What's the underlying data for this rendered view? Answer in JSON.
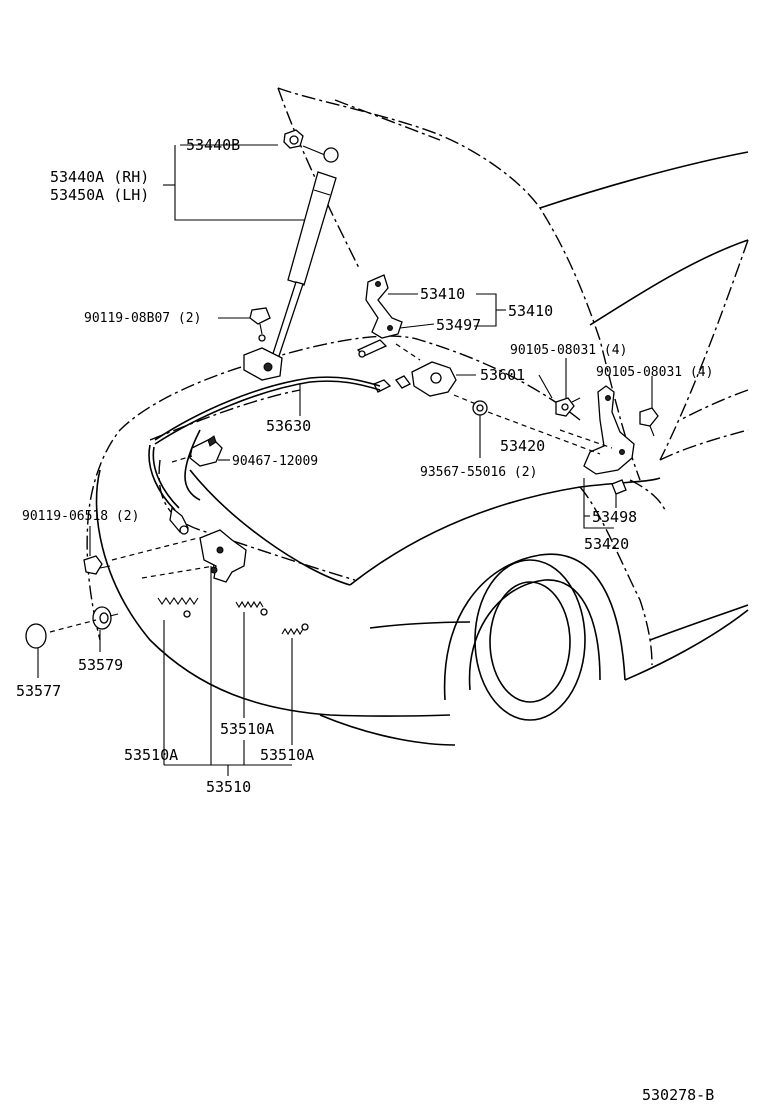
{
  "labels": {
    "p53440B": "53440B",
    "p53440A": "53440A (RH)",
    "p53450A": "53450A (LH)",
    "p90119_08B07": "90119-08B07 (2)",
    "p53410a": "53410",
    "p53410b": "53410",
    "p53497": "53497",
    "p90105_a": "90105-08031 (4)",
    "p90105_b": "90105-08031 (4)",
    "p53601": "53601",
    "p53630": "53630",
    "p53420a": "53420",
    "p90467": "90467-12009",
    "p93567": "93567-55016 (2)",
    "p90119_06518": "90119-06518 (2)",
    "p53498": "53498",
    "p53420b": "53420",
    "p53579": "53579",
    "p53577": "53577",
    "p53510A_mid": "53510A",
    "p53510A_left": "53510A",
    "p53510A_right": "53510A",
    "p53510": "53510",
    "ref": "530278-B"
  }
}
